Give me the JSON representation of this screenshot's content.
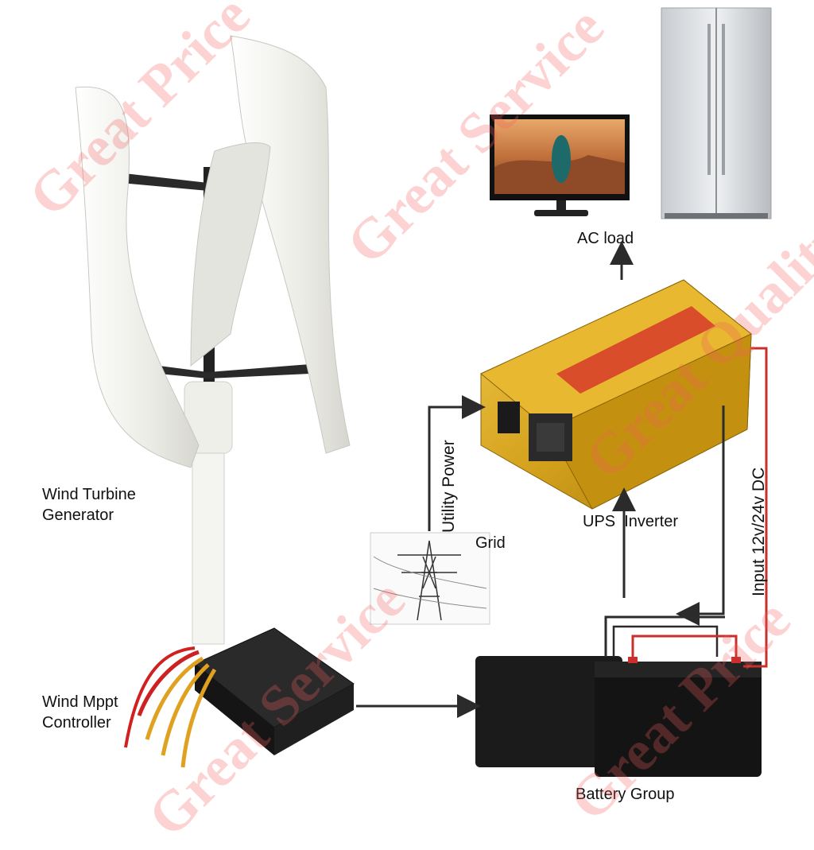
{
  "labels": {
    "ac_load": "AC load",
    "wind_turbine": "Wind Turbine\nGenerator",
    "utility_power": "Utility Power",
    "grid": "Grid",
    "ups_inverter": "UPS  Inverter",
    "input_dc": "Input 12v/24v DC",
    "wind_controller": "Wind Mppt\nController",
    "battery_group": "Battery Group"
  },
  "watermarks": {
    "great_price": "Great Price",
    "great_service": "Great Service",
    "great_quality": "Great Quality"
  },
  "colors": {
    "arrow_dark": "#2b2b2b",
    "arrow_red": "#c9302c",
    "inverter_gold": "#d4a21c",
    "battery_black": "#1b1b1b",
    "turbine_white": "#f2f2ee"
  }
}
